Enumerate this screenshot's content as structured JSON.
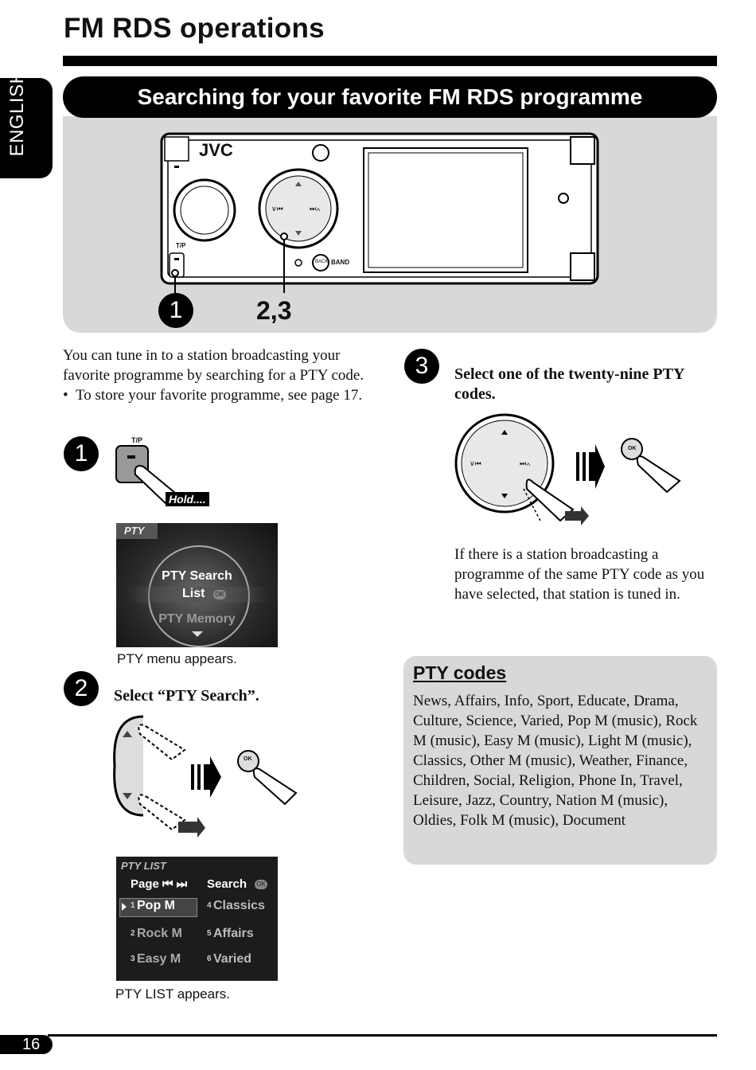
{
  "header": {
    "title": "FM RDS operations",
    "language_tab": "ENGLISH",
    "section_title": "Searching for your favorite FM RDS programme"
  },
  "device": {
    "brand": "JVC",
    "tp_label": "T/P",
    "back_label": "BACK",
    "band_label": "BAND",
    "prev_label": "∨⏮",
    "next_label": "⏭∧",
    "callout_1": "1",
    "callout_23": "2,3"
  },
  "intro": {
    "line1": "You can tune in to a station broadcasting your favorite programme by searching for a PTY code.",
    "bullet": "To store your favorite programme, see page 17."
  },
  "step1": {
    "number": "1",
    "tp_label": "T/P",
    "hold_label": "Hold....",
    "screen": {
      "header": "PTY",
      "item1": "PTY Search",
      "item2": "List",
      "item2_badge": "OK",
      "item3": "PTY Memory"
    },
    "caption": "PTY menu appears."
  },
  "step2": {
    "number": "2",
    "instruction": "Select “PTY Search”.",
    "ok_label": "OK",
    "screen": {
      "header": "PTY LIST",
      "page_label": "Page ⏮ ⏭",
      "search_label": "Search",
      "search_badge": "OK",
      "items": [
        {
          "num": "1",
          "label": "Pop M"
        },
        {
          "num": "4",
          "label": "Classics"
        },
        {
          "num": "2",
          "label": "Rock M"
        },
        {
          "num": "5",
          "label": "Affairs"
        },
        {
          "num": "3",
          "label": "Easy M"
        },
        {
          "num": "6",
          "label": "Varied"
        }
      ]
    },
    "caption": "PTY LIST appears."
  },
  "step3": {
    "number": "3",
    "instruction": "Select one of the twenty-nine PTY codes.",
    "prev_label": "∨⏮",
    "next_label": "⏭∧",
    "ok_label": "OK",
    "result": "If there is a station broadcasting a programme of the same PTY code as you have selected, that station is tuned in."
  },
  "pty_codes": {
    "title": "PTY codes",
    "list": "News, Affairs, Info, Sport, Educate, Drama, Culture, Science, Varied, Pop M (music), Rock M (music), Easy M (music), Light M (music), Classics, Other M (music), Weather, Finance, Children, Social, Religion, Phone In, Travel, Leisure, Jazz, Country, Nation M (music), Oldies, Folk M (music), Document"
  },
  "footer": {
    "page_number": "16"
  }
}
